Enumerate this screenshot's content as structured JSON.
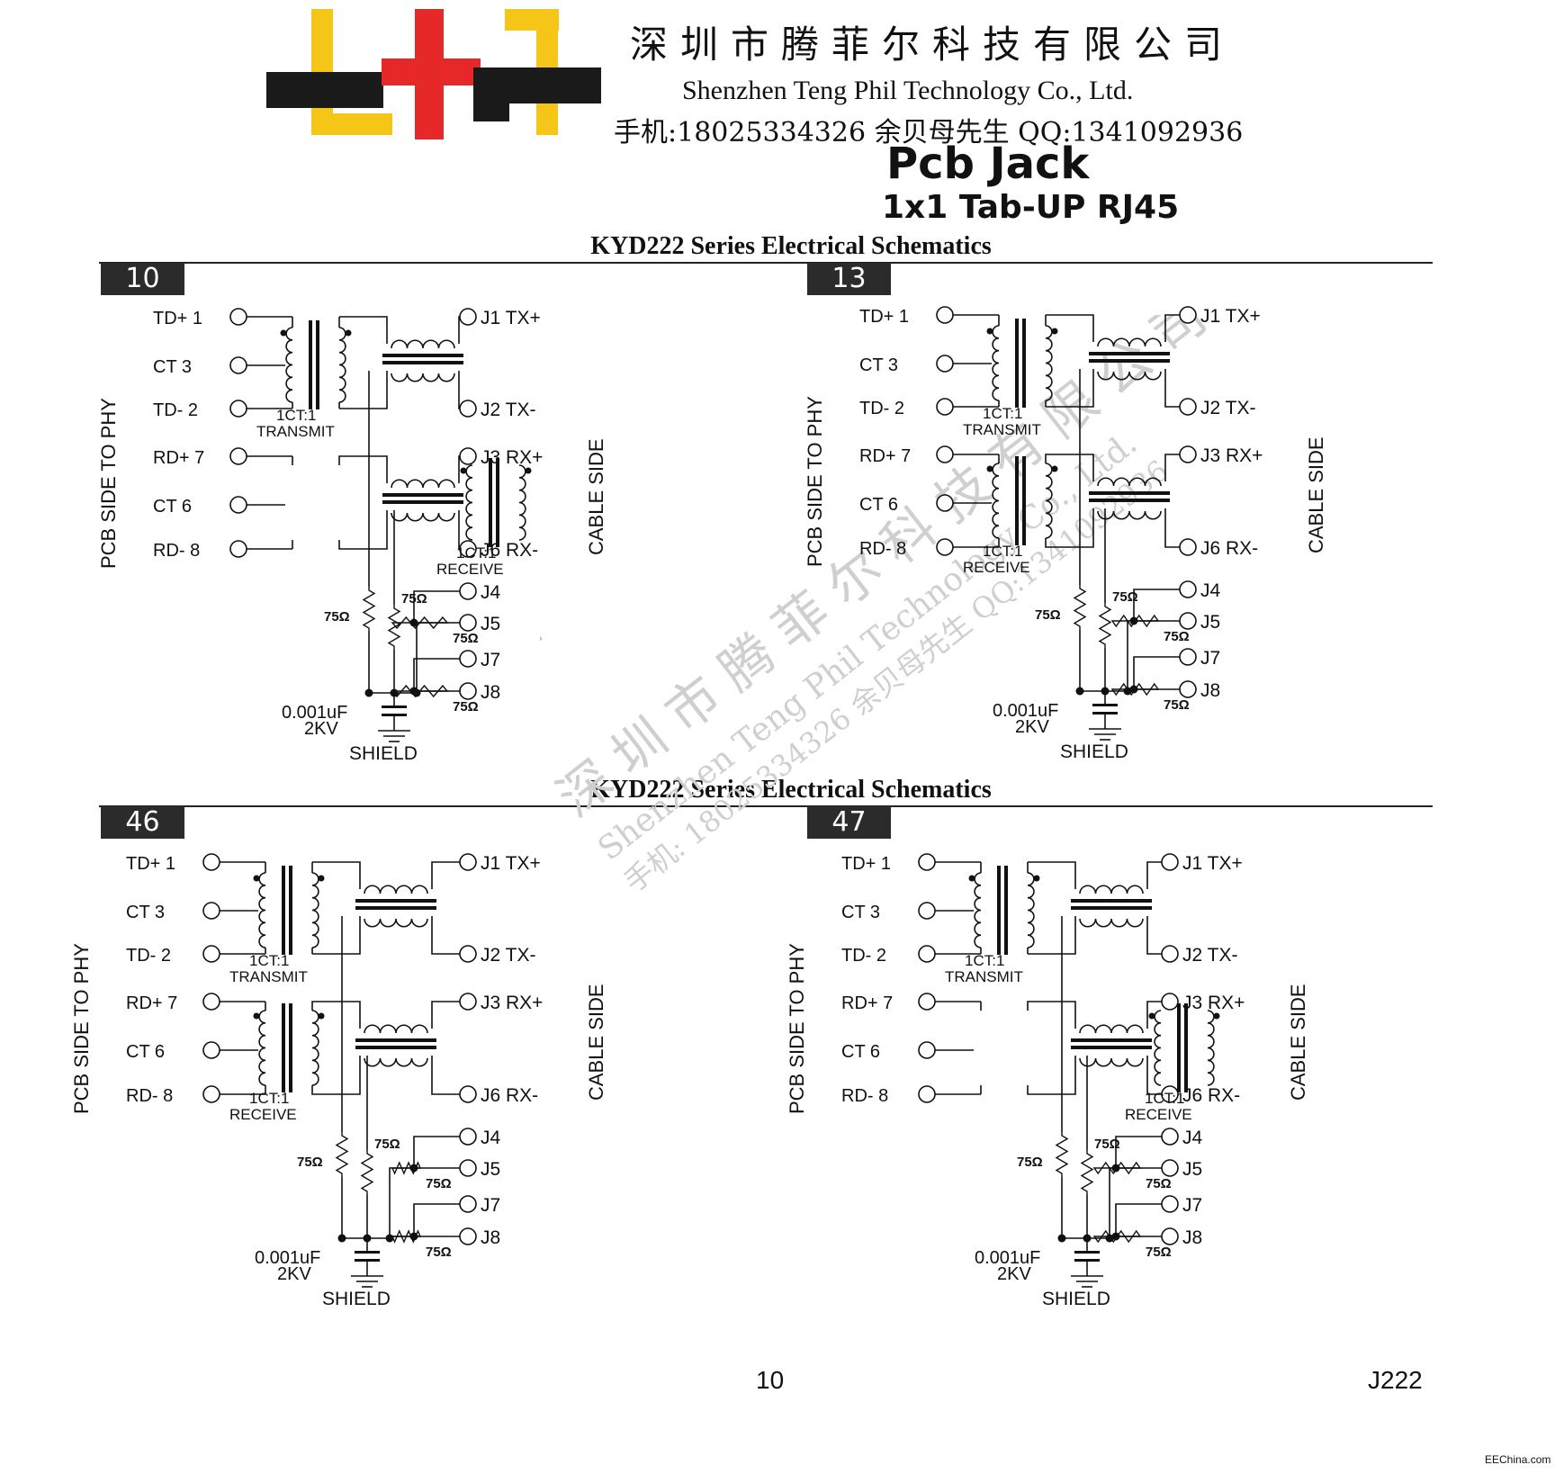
{
  "header": {
    "company_cn": "深圳市腾菲尔科技有限公司",
    "company_en": "Shenzhen Teng Phil Technology Co., Ltd.",
    "contact": "手机:18025334326 余贝母先生    QQ:1341092936",
    "title": "Pcb Jack",
    "subtitle": "1x1 Tab-UP  RJ45"
  },
  "sections": [
    {
      "title": "KYD222 Series Electrical Schematics"
    },
    {
      "title": "KYD222 Series Electrical Schematics"
    }
  ],
  "diagrams": [
    {
      "number": "10",
      "variant": "10"
    },
    {
      "number": "13",
      "variant": "13"
    },
    {
      "number": "46",
      "variant": "46"
    },
    {
      "number": "47",
      "variant": "47"
    }
  ],
  "labels": {
    "left_pins": [
      "TD+ 1",
      "CT  3",
      "TD- 2",
      "RD+ 7",
      "CT  6",
      "RD- 8"
    ],
    "right_pins": [
      "J1 TX+",
      "J2 TX-",
      "J3 RX+",
      "J6 RX-",
      "J4",
      "J5",
      "J7",
      "J8"
    ],
    "ratio": "1CT:1",
    "transmit": "TRANSMIT",
    "receive": "RECEIVE",
    "resistor": "75Ω",
    "cap_value": "0.001uF",
    "cap_voltage": "2KV",
    "shield": "SHIELD",
    "pcb_side": "PCB SIDE TO PHY",
    "cable_side": "CABLE SIDE"
  },
  "watermark": {
    "cn": "深圳市腾菲尔科技有限公司",
    "en": "Shenzhen Teng Phil Technology Co., Ltd.",
    "contact": "手机: 18025334326 余贝母先生  QQ:1341092936"
  },
  "footer": {
    "page_number": "10",
    "code": "J222",
    "source": "EEChina.com"
  },
  "colors": {
    "logo_yellow": "#f5c518",
    "logo_red": "#e62828",
    "logo_black": "#1a1a1a",
    "ink": "#111111"
  }
}
